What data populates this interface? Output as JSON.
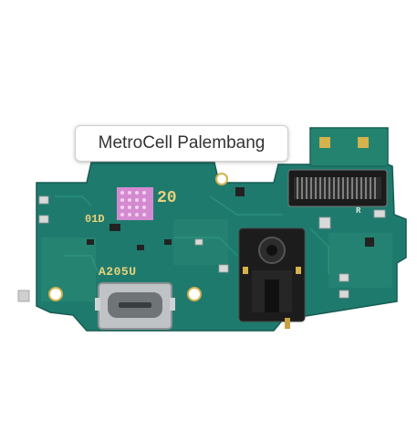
{
  "photo": {
    "subject": "charging-port-flex-board",
    "board_color": "#1f7a6e"
  },
  "watermark": {
    "text": "MetroCell Palembang"
  },
  "board_markings": {
    "chip_number": "20",
    "revision": "01D",
    "model": "A205U",
    "component_letter": "R"
  }
}
